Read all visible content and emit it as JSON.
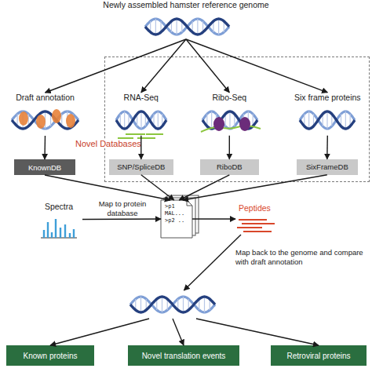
{
  "diagram": {
    "nodes": [
      {
        "text": [
          "Newly assembled hamster reference genome"
        ]
      },
      {
        "text": [
          "Draft annotation"
        ]
      },
      {
        "text": [
          "Novel Databases"
        ]
      },
      {
        "text": [
          "RNA-Seq"
        ],
        "in": 2
      },
      {
        "text": [
          "Ribo-Seq"
        ],
        "in": 2
      },
      {
        "text": [
          "Six frame proteins"
        ],
        "in": 2
      },
      {
        "text": [
          "KnownDB"
        ]
      },
      {
        "text": [
          "SNP/SpliceDB"
        ],
        "in": 2
      },
      {
        "text": [
          "RiboDB"
        ],
        "in": 2
      },
      {
        "text": [
          "SixFrameDB"
        ],
        "in": 2
      },
      {
        "text": [
          "Spectra"
        ]
      },
      {
        "text": [
          ">p1 MAL... >p2 .."
        ]
      },
      {
        "text": [
          "Peptides"
        ]
      },
      {
        "text": []
      },
      {
        "text": [
          "Known proteins"
        ]
      },
      {
        "text": [
          "Novel translation events"
        ]
      },
      {
        "text": [
          "Retroviral proteins"
        ]
      }
    ],
    "edges": [
      {
        "from": 0,
        "to": 1,
        "arrow": "to"
      },
      {
        "from": 0,
        "to": 3,
        "arrow": "to"
      },
      {
        "from": 0,
        "to": 4,
        "arrow": "to"
      },
      {
        "from": 0,
        "to": 5,
        "arrow": "to"
      },
      {
        "from": 1,
        "to": 6,
        "arrow": "to"
      },
      {
        "from": 3,
        "to": 7,
        "arrow": "to"
      },
      {
        "from": 4,
        "to": 8,
        "arrow": "to"
      },
      {
        "from": 5,
        "to": 9,
        "arrow": "to"
      },
      {
        "from": 6,
        "to": 11,
        "arrow": "to"
      },
      {
        "from": 7,
        "to": 11,
        "arrow": "to"
      },
      {
        "from": 8,
        "to": 11,
        "arrow": "to"
      },
      {
        "from": 9,
        "to": 11,
        "arrow": "to"
      },
      {
        "from": 10,
        "to": 11,
        "label": "Map to protein database",
        "arrow": "to"
      },
      {
        "from": 11,
        "to": 12,
        "arrow": "to"
      },
      {
        "from": 12,
        "to": 13,
        "label": "Map back to the genome and compare with draft annotation",
        "arrow": "to"
      },
      {
        "from": 13,
        "to": 14,
        "arrow": "to"
      },
      {
        "from": 13,
        "to": 15,
        "arrow": "to"
      },
      {
        "from": 13,
        "to": 16,
        "arrow": "to"
      }
    ]
  }
}
